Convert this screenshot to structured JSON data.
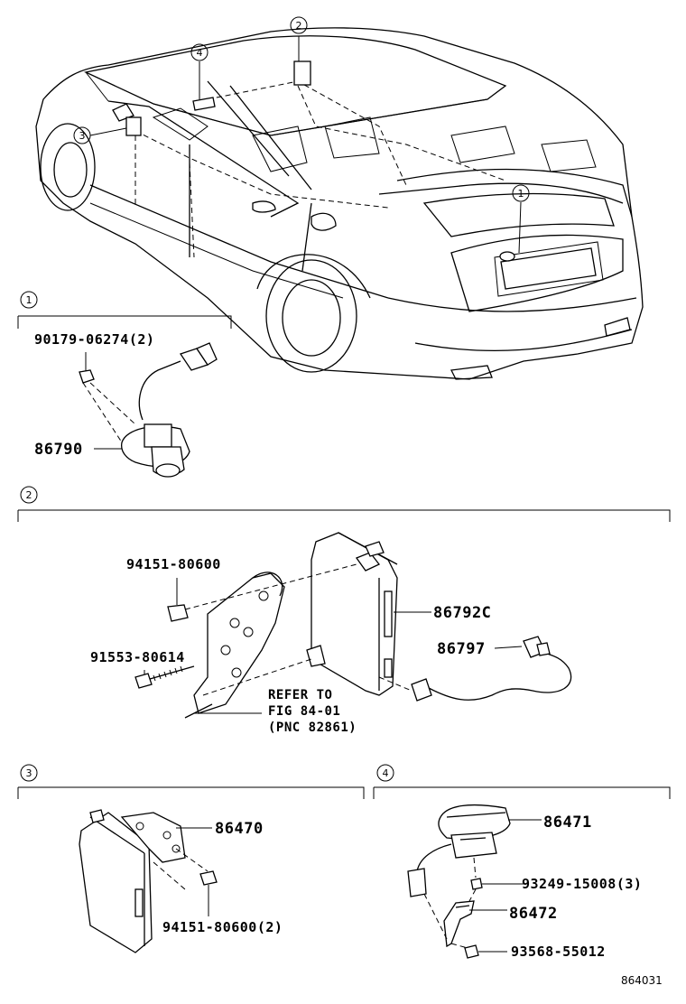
{
  "callouts": {
    "c1": "1",
    "c2": "2",
    "c3": "3",
    "c4": "4"
  },
  "sections": {
    "s1": {
      "number": "1",
      "clip": "90179-06274(2)",
      "camera": "86790"
    },
    "s2": {
      "number": "2",
      "bolt_nut": "94151-80600",
      "bolt": "91553-80614",
      "ecu": "86792C",
      "wire": "86797",
      "refer_1": "REFER TO",
      "refer_2": "FIG 84-01",
      "refer_3": "(PNC 82861)"
    },
    "s3": {
      "number": "3",
      "module": "86470",
      "nut": "94151-80600(2)"
    },
    "s4": {
      "number": "4",
      "camera": "86471",
      "screw": "93249-15008(3)",
      "bracket": "86472",
      "screw2": "93568-55012"
    }
  },
  "figure_code": "864031"
}
